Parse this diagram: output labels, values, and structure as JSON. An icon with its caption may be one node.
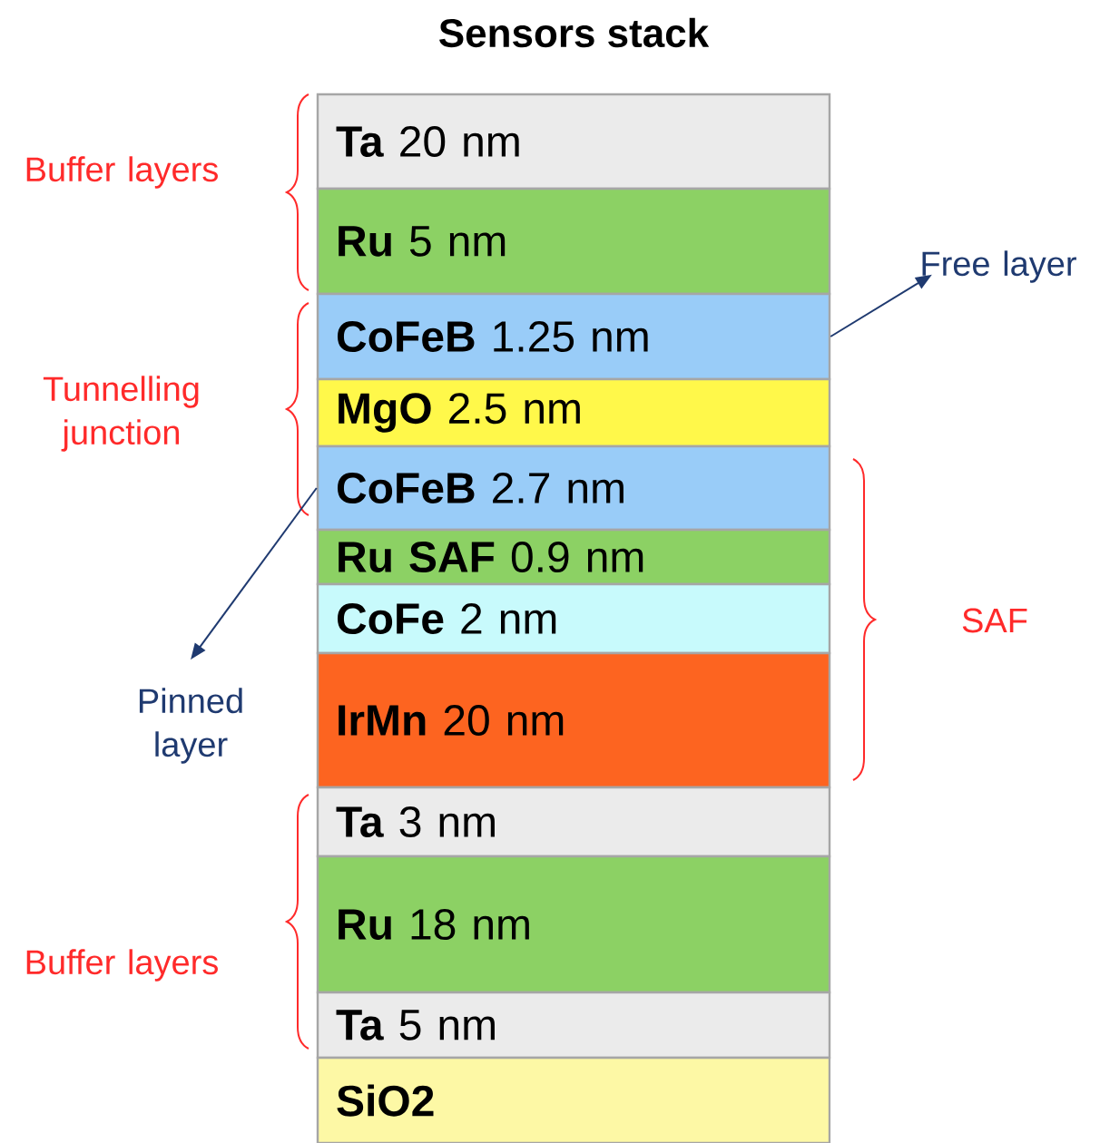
{
  "diagram": {
    "title": "Sensors stack",
    "nodes": [
      {
        "text": [
          "**Ta** 20 nm"
        ]
      },
      {
        "text": [
          "**Ru** 5 nm"
        ]
      },
      {
        "text": [
          "**CoFeB** 1.25 nm"
        ]
      },
      {
        "text": [
          "**MgO** 2.5 nm"
        ]
      },
      {
        "text": [
          "**CoFeB** 2.7 nm"
        ]
      },
      {
        "text": [
          "**Ru SAF** 0.9 nm"
        ]
      },
      {
        "text": [
          "**CoFe** 2 nm"
        ]
      },
      {
        "text": [
          "**IrMn** 20 nm"
        ]
      },
      {
        "text": [
          "**Ta** 3 nm"
        ]
      },
      {
        "text": [
          "**Ru** 18 nm"
        ]
      },
      {
        "text": [
          "**Ta** 5 nm"
        ]
      },
      {
        "text": [
          "**SiO2**"
        ]
      },
      {
        "text": [
          "Free layer"
        ]
      },
      {
        "text": [
          "Pinned layer"
        ]
      }
    ],
    "edges": [
      {
        "from": 2,
        "to": 12,
        "arrow": "to"
      },
      {
        "from": 4,
        "to": 13,
        "arrow": "to"
      }
    ],
    "labels": [
      "Buffer layers",
      "Tunnelling junction",
      "SAF",
      "Buffer layers"
    ]
  }
}
